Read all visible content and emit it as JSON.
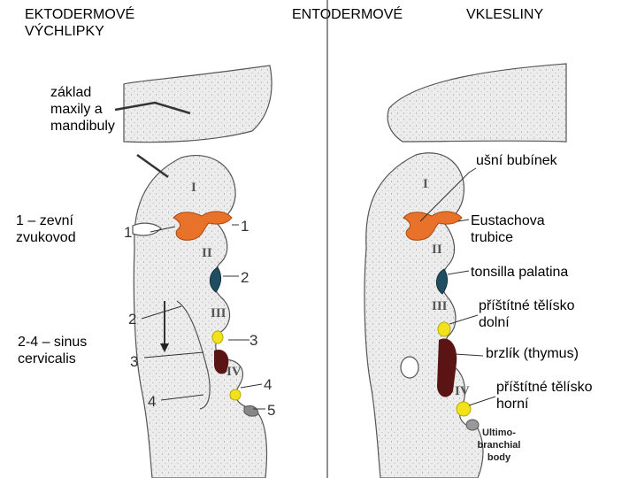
{
  "headers": {
    "ectoderm": "EKTODERMOVÉ\nVÝCHLIPKY",
    "entoderm": "ENTODERMOVÉ",
    "clefts": "VKLESLINY"
  },
  "labels": {
    "maxilla_mandible": "základ\nmaxily a\nmandibuly",
    "eardrum": "ušní bubínek",
    "external_meatus": "1 – zevní\nzvukovod",
    "eustachian_tube": "Eustachova\ntrubice",
    "palatine_tonsil": "tonsilla palatina",
    "lower_parathyroid": "příštítné tělísko\ndolní",
    "sinus_cervicalis": "2-4 – sinus\ncervicalis",
    "thymus": "brzlík (thymus)",
    "upper_parathyroid": "příštítné tělísko\nhorní"
  },
  "arch_numerals": [
    "I",
    "II",
    "III",
    "IV"
  ],
  "pouch_numbers": [
    "1",
    "2",
    "3",
    "4",
    "5"
  ],
  "ultimobranchial_label": [
    "Ultimo-",
    "branchial",
    "body"
  ],
  "colors": {
    "tissue": "#e9e9e9",
    "outline": "#555555",
    "pouch1": "#e8722a",
    "pouch2": "#1f4e63",
    "parathyroid": "#f2e21c",
    "thymus": "#5a1414",
    "ultimobranchial": "#999999"
  }
}
